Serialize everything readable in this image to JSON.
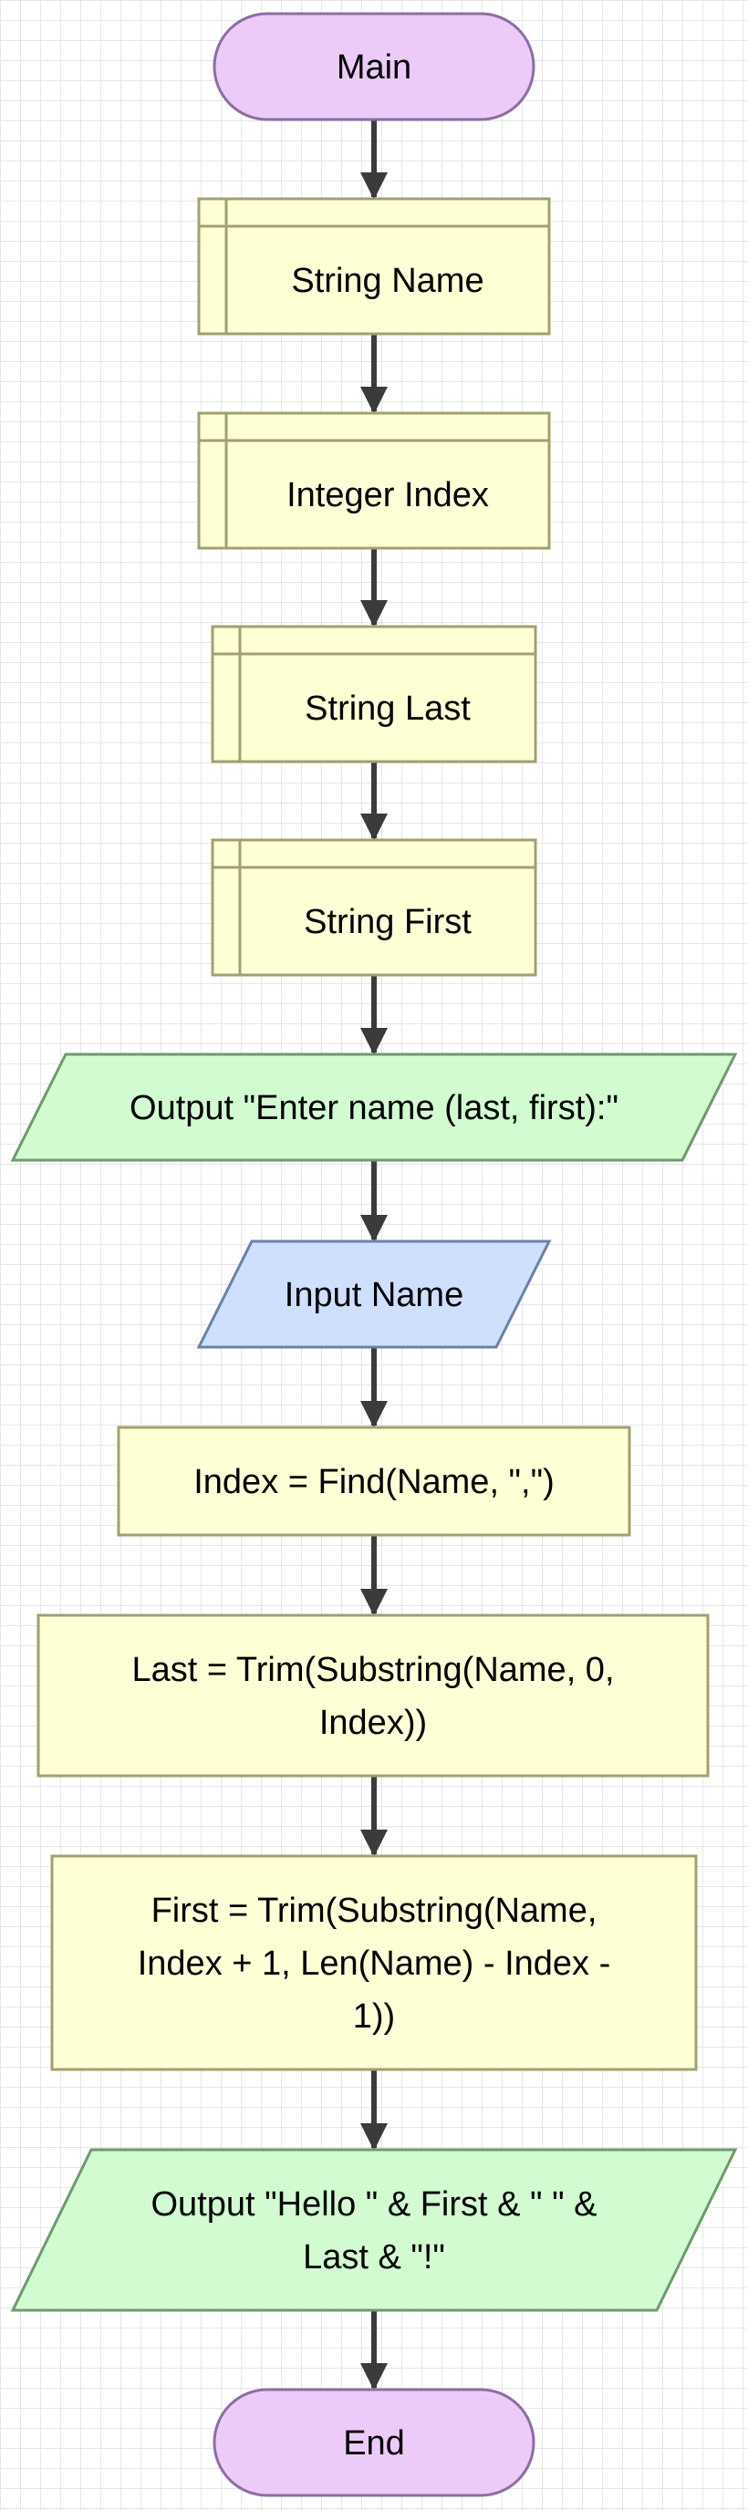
{
  "diagram": {
    "type": "flowchart",
    "colors": {
      "terminal_fill": "#eccbf9",
      "terminal_stroke": "#8d6ea3",
      "declare_fill": "#ffffd6",
      "declare_stroke": "#a0a070",
      "output_fill": "#d2fbd2",
      "output_stroke": "#6e9a6e",
      "input_fill": "#cfe0ff",
      "input_stroke": "#6e7fa8",
      "process_fill": "#ffffd6",
      "process_stroke": "#a0a070",
      "arrow": "#3b3b3b"
    },
    "nodes": [
      {
        "id": "start",
        "shape": "terminal",
        "lines": [
          "Main"
        ]
      },
      {
        "id": "decl-name",
        "shape": "declare",
        "lines": [
          "String Name"
        ]
      },
      {
        "id": "decl-index",
        "shape": "declare",
        "lines": [
          "Integer Index"
        ]
      },
      {
        "id": "decl-last",
        "shape": "declare",
        "lines": [
          "String Last"
        ]
      },
      {
        "id": "decl-first",
        "shape": "declare",
        "lines": [
          "String First"
        ]
      },
      {
        "id": "output-prompt",
        "shape": "output",
        "lines": [
          "Output \"Enter name (last, first):\""
        ]
      },
      {
        "id": "input-name",
        "shape": "input",
        "lines": [
          "Input Name"
        ]
      },
      {
        "id": "assign-index",
        "shape": "process",
        "lines": [
          "Index = Find(Name, \",\")"
        ]
      },
      {
        "id": "assign-last",
        "shape": "process",
        "lines": [
          "Last = Trim(Substring(Name, 0,",
          "Index))"
        ]
      },
      {
        "id": "assign-first",
        "shape": "process",
        "lines": [
          "First = Trim(Substring(Name,",
          "Index + 1, Len(Name) - Index -",
          "1))"
        ]
      },
      {
        "id": "output-hello",
        "shape": "output",
        "lines": [
          "Output \"Hello \" & First & \" \" &",
          "Last & \"!\""
        ]
      },
      {
        "id": "end",
        "shape": "terminal",
        "lines": [
          "End"
        ]
      }
    ],
    "edges": [
      {
        "from": "start",
        "to": "decl-name"
      },
      {
        "from": "decl-name",
        "to": "decl-index"
      },
      {
        "from": "decl-index",
        "to": "decl-last"
      },
      {
        "from": "decl-last",
        "to": "decl-first"
      },
      {
        "from": "decl-first",
        "to": "output-prompt"
      },
      {
        "from": "output-prompt",
        "to": "input-name"
      },
      {
        "from": "input-name",
        "to": "assign-index"
      },
      {
        "from": "assign-index",
        "to": "assign-last"
      },
      {
        "from": "assign-last",
        "to": "assign-first"
      },
      {
        "from": "assign-first",
        "to": "output-hello"
      },
      {
        "from": "output-hello",
        "to": "end"
      }
    ]
  }
}
